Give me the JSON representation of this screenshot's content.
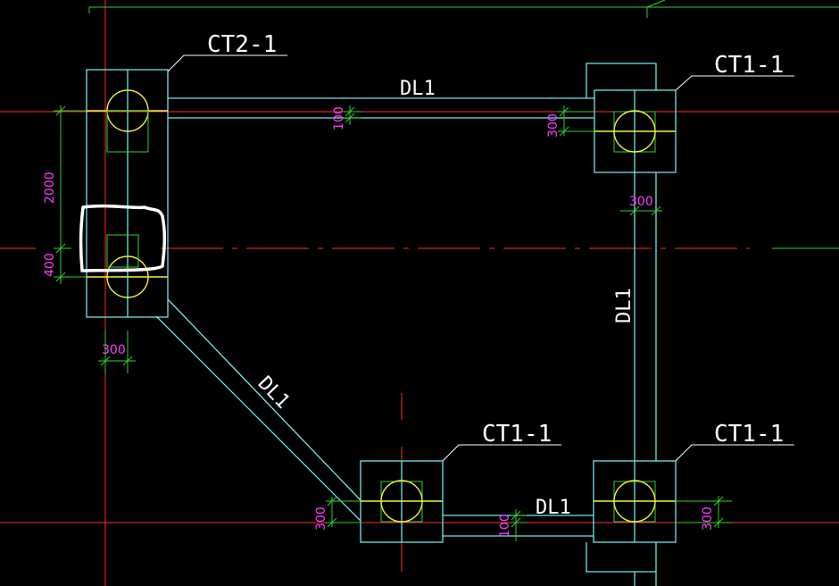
{
  "labels": {
    "ct2_1": "CT2-1",
    "ct1_1_top": "CT1-1",
    "ct1_1_bottom_mid": "CT1-1",
    "ct1_1_bottom_right": "CT1-1",
    "dl1_top": "DL1",
    "dl1_right": "DL1",
    "dl1_diag": "DL1",
    "dl1_bottom": "DL1"
  },
  "dims": {
    "d2000": "2000",
    "d400": "400",
    "d300_left": "300",
    "d100_top": "100",
    "d300_top": "300",
    "d300_mid": "300",
    "d300_bottom_left": "300",
    "d100_bottom": "100",
    "d300_bottom_right": "300"
  },
  "colors": {
    "background": "#000000",
    "beam": "#6fe8e8",
    "axis": "#ff2b2b",
    "grid": "#2bd42b",
    "pile": "#f2f23a",
    "dimension_text": "#ff3dff",
    "annotation": "#ffffff"
  }
}
